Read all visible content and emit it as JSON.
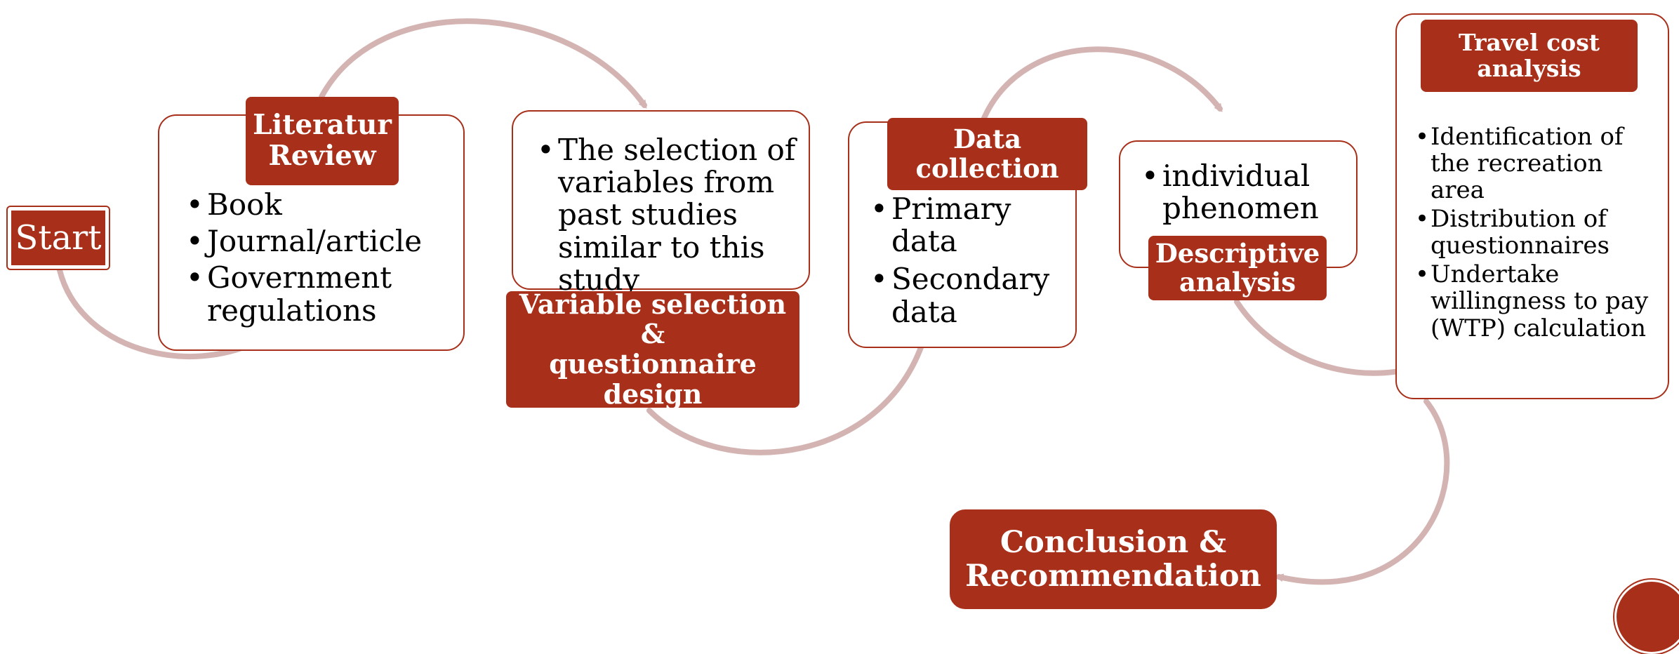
{
  "start": {
    "label": "Start"
  },
  "literature": {
    "title": "Literatur\nReview",
    "items": [
      "Book",
      "Journal/article",
      "Government regulations"
    ]
  },
  "variable": {
    "title": "Variable selection &\nquestionnaire\ndesign",
    "items": [
      "The selection of variables from past studies similar to this study"
    ]
  },
  "data_collection": {
    "title": "Data\ncollection",
    "items": [
      "Primary data",
      "Secondary data"
    ]
  },
  "descriptive": {
    "title": "Descriptive\nanalysis",
    "items": [
      "individual phenomen"
    ]
  },
  "travel": {
    "title": "Travel cost\nanalysis",
    "items": [
      "Identification of the recreation area",
      "Distribution of questionnaires",
      "Undertake willingness to pay (WTP) calculation"
    ]
  },
  "conclusion": {
    "title": "Conclusion &\nRecommendation"
  },
  "colors": {
    "accent": "#a8301a",
    "connector": "#d4b4b2",
    "background": "#ffffff"
  }
}
